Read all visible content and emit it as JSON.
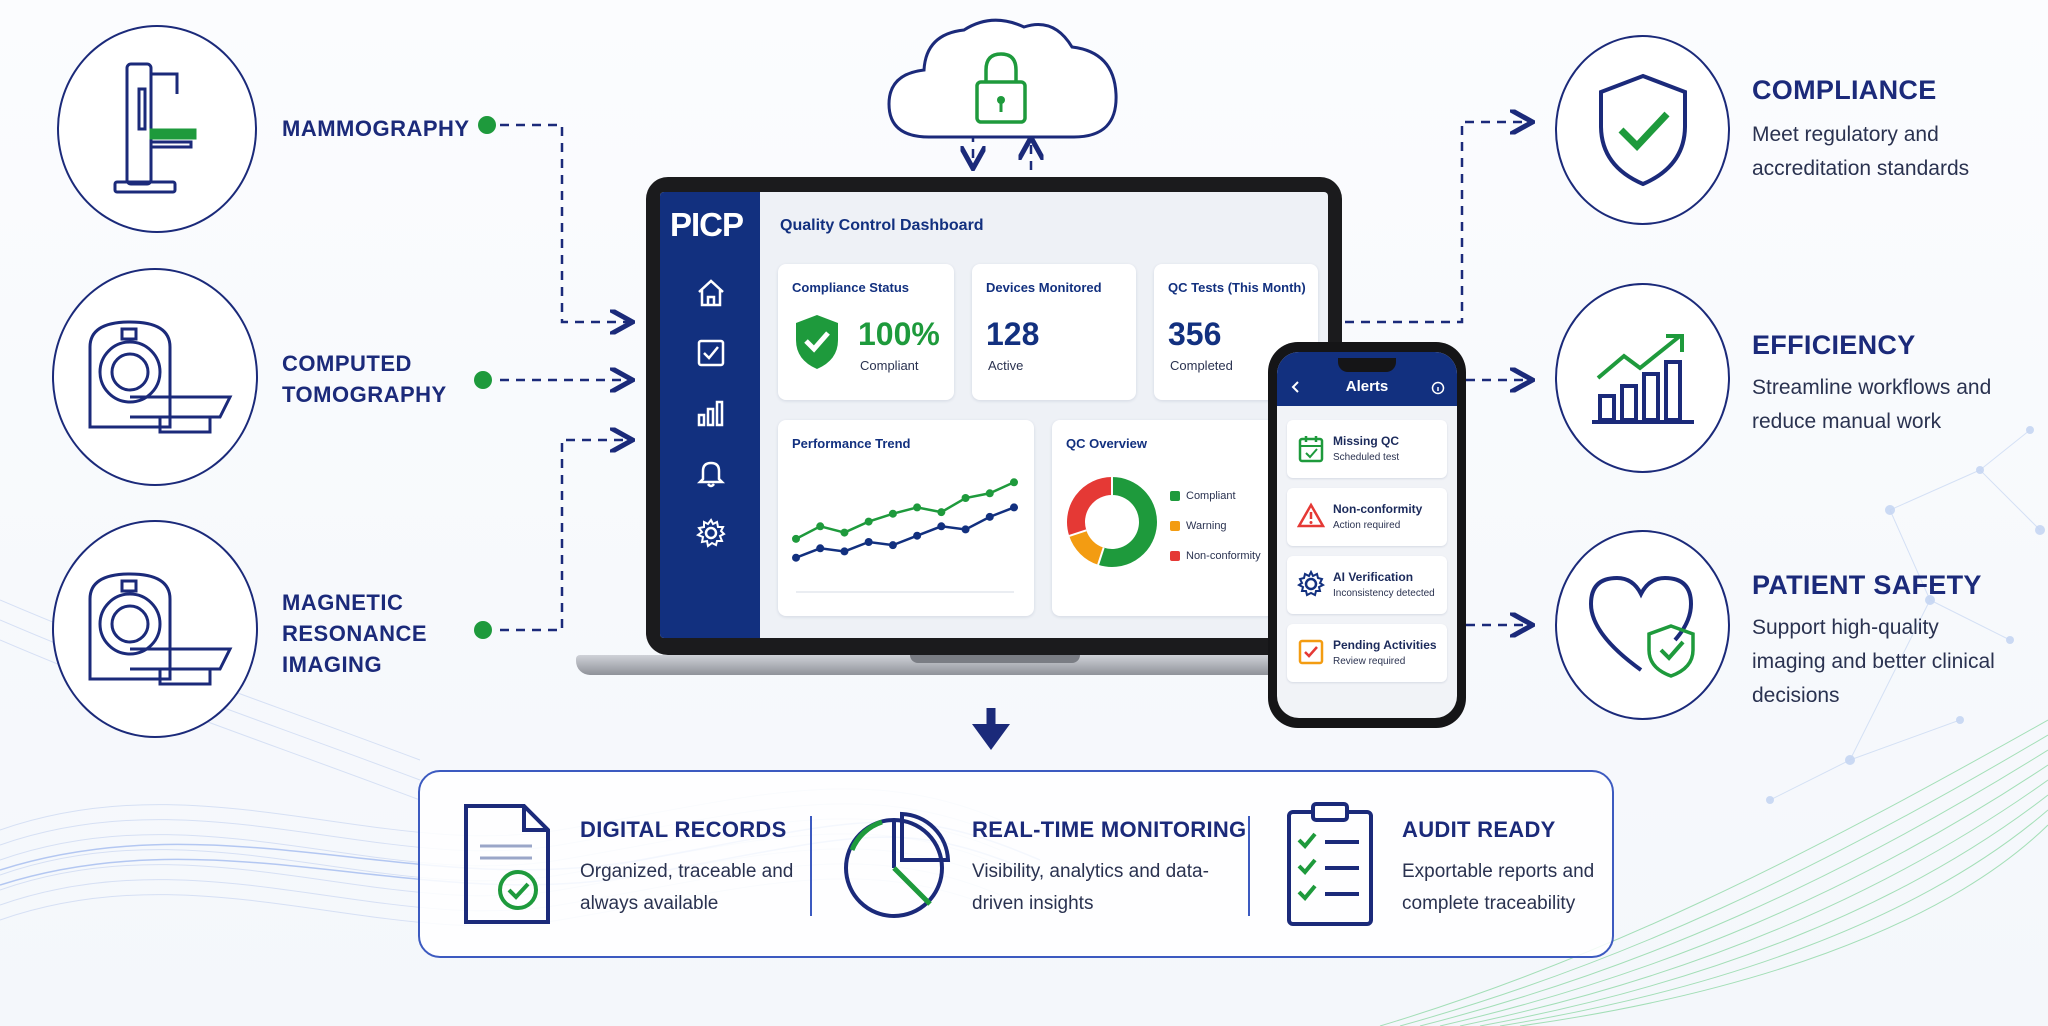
{
  "modalities": [
    {
      "label": "MAMMOGRAPHY",
      "icon": "mammography-machine-icon"
    },
    {
      "label": "COMPUTED\nTOMOGRAPHY",
      "icon": "ct-scanner-icon"
    },
    {
      "label": "MAGNETIC\nRESONANCE\nIMAGING",
      "icon": "mri-scanner-icon"
    }
  ],
  "cloud": {
    "icon": "cloud-lock-icon"
  },
  "dashboard": {
    "logo": "PICP",
    "title": "Quality Control Dashboard",
    "nav_icons": [
      "home-icon",
      "checkbox-icon",
      "bar-chart-icon",
      "bell-icon",
      "gear-icon"
    ],
    "cards": {
      "compliance": {
        "label": "Compliance Status",
        "value": "100%",
        "sub": "Compliant"
      },
      "devices": {
        "label": "Devices Monitored",
        "value": "128",
        "sub": "Active"
      },
      "tests": {
        "label": "QC Tests (This Month)",
        "value": "356",
        "sub": "Completed"
      }
    },
    "trend_label": "Performance Trend",
    "overview_label": "QC Overview",
    "legend": [
      "Compliant",
      "Warning",
      "Non-conformity"
    ]
  },
  "phone": {
    "header": "Alerts",
    "alerts": [
      {
        "title": "Missing QC",
        "sub": "Scheduled test",
        "icon": "calendar-icon"
      },
      {
        "title": "Non-conformity",
        "sub": "Action required",
        "icon": "warning-icon"
      },
      {
        "title": "AI Verification",
        "sub": "Inconsistency detected",
        "icon": "ai-gear-icon"
      },
      {
        "title": "Pending Activities",
        "sub": "Review required",
        "icon": "checkbox-icon"
      }
    ]
  },
  "benefits": [
    {
      "title": "COMPLIANCE",
      "desc": "Meet regulatory and accreditation standards",
      "icon": "shield-check-icon"
    },
    {
      "title": "EFFICIENCY",
      "desc": "Streamline workflows and reduce manual work",
      "icon": "growth-chart-icon"
    },
    {
      "title": "PATIENT SAFETY",
      "desc": "Support high-quality imaging and better clinical decisions",
      "icon": "heart-shield-icon"
    }
  ],
  "features": [
    {
      "title": "DIGITAL RECORDS",
      "desc": "Organized, traceable and always available",
      "icon": "document-check-icon"
    },
    {
      "title": "REAL-TIME MONITORING",
      "desc": "Visibility, analytics and data-driven insights",
      "icon": "pie-chart-icon"
    },
    {
      "title": "AUDIT READY",
      "desc": "Exportable reports and complete traceability",
      "icon": "clipboard-checklist-icon"
    }
  ],
  "colors": {
    "navy": "#1b2a7a",
    "green": "#1e9a3c",
    "orange": "#f39c12",
    "red": "#e53935"
  },
  "chart_data": [
    {
      "type": "line",
      "title": "Performance Trend",
      "xlabel": "",
      "ylabel": "",
      "x": [
        1,
        2,
        3,
        4,
        5,
        6,
        7,
        8,
        9,
        10
      ],
      "series": [
        {
          "values": [
            3.0,
            3.8,
            3.4,
            4.1,
            4.6,
            5.0,
            4.7,
            5.6,
            5.9,
            6.6
          ]
        },
        {
          "values": [
            1.8,
            2.4,
            2.2,
            2.8,
            2.6,
            3.2,
            3.8,
            3.6,
            4.4,
            5.0
          ]
        }
      ],
      "ylim": [
        0,
        7
      ],
      "grid": false
    },
    {
      "type": "pie",
      "title": "QC Overview",
      "categories": [
        "Compliant",
        "Warning",
        "Non-conformity"
      ],
      "values": [
        55,
        15,
        30
      ],
      "legend": "right"
    }
  ]
}
